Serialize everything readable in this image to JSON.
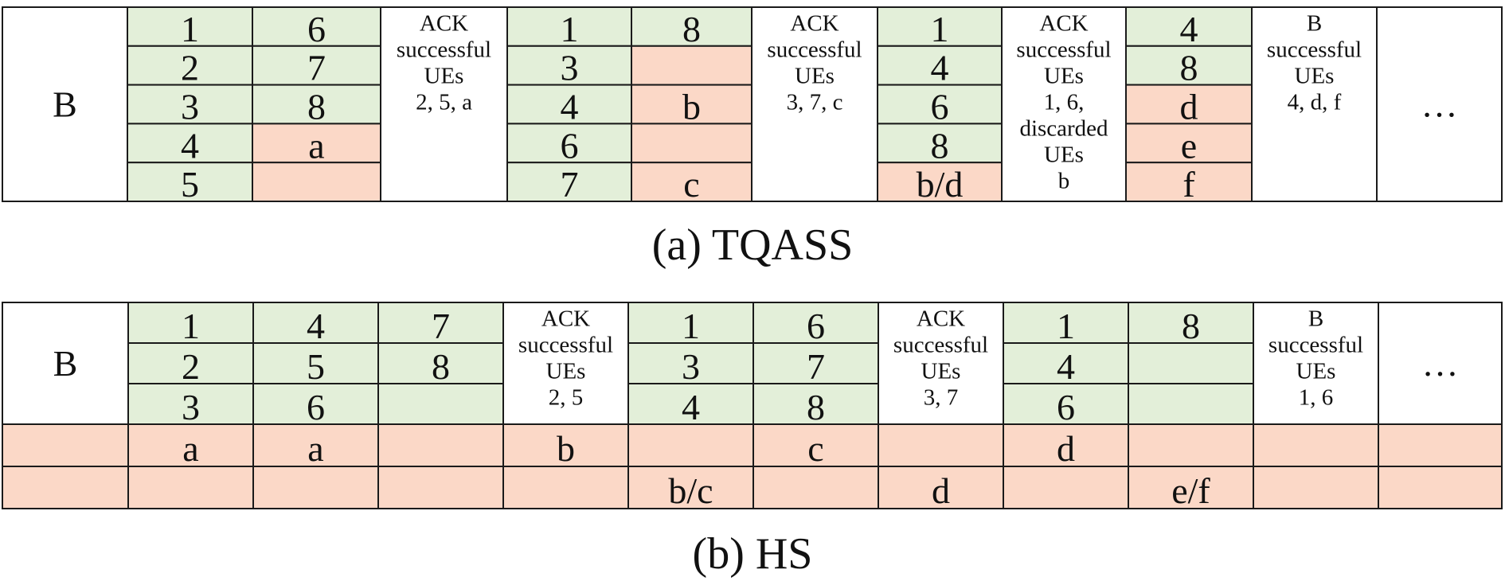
{
  "colors": {
    "green": "#e3efd9",
    "salmon": "#fbd8c7",
    "white": "#ffffff",
    "border": "#1a1a1a"
  },
  "diagram_a": {
    "caption": "(a) TQASS",
    "first_label": "B",
    "columns": [
      {
        "kind": "label",
        "text": "B"
      },
      {
        "kind": "cells",
        "cells": [
          [
            "1",
            "g"
          ],
          [
            "2",
            "g"
          ],
          [
            "3",
            "g"
          ],
          [
            "4",
            "g"
          ],
          [
            "5",
            "g"
          ]
        ]
      },
      {
        "kind": "cells",
        "cells": [
          [
            "6",
            "g"
          ],
          [
            "7",
            "g"
          ],
          [
            "8",
            "g"
          ],
          [
            "a",
            "s"
          ],
          [
            "",
            "s"
          ]
        ]
      },
      {
        "kind": "text",
        "lines": [
          "ACK",
          "successful",
          "UEs",
          "2, 5, a"
        ]
      },
      {
        "kind": "cells",
        "cells": [
          [
            "1",
            "g"
          ],
          [
            "3",
            "g"
          ],
          [
            "4",
            "g"
          ],
          [
            "6",
            "g"
          ],
          [
            "7",
            "g"
          ]
        ]
      },
      {
        "kind": "cells",
        "cells": [
          [
            "8",
            "g"
          ],
          [
            "",
            "s"
          ],
          [
            "b",
            "s"
          ],
          [
            "",
            "s"
          ],
          [
            "c",
            "s"
          ]
        ]
      },
      {
        "kind": "text",
        "lines": [
          "ACK",
          "successful",
          "UEs",
          "3, 7, c"
        ]
      },
      {
        "kind": "cells",
        "cells": [
          [
            "1",
            "g"
          ],
          [
            "4",
            "g"
          ],
          [
            "6",
            "g"
          ],
          [
            "8",
            "g"
          ],
          [
            "b/d",
            "s"
          ]
        ]
      },
      {
        "kind": "text",
        "lines": [
          "ACK",
          "successful",
          "UEs",
          "1, 6,",
          "discarded",
          "UEs",
          "b"
        ]
      },
      {
        "kind": "cells",
        "cells": [
          [
            "4",
            "g"
          ],
          [
            "8",
            "g"
          ],
          [
            "d",
            "s"
          ],
          [
            "e",
            "s"
          ],
          [
            "f",
            "s"
          ]
        ]
      },
      {
        "kind": "text",
        "lines": [
          "B",
          "successful",
          "UEs",
          "4, d, f"
        ]
      },
      {
        "kind": "label",
        "text": "…"
      }
    ]
  },
  "diagram_b": {
    "caption": "(b) HS",
    "top_columns": [
      {
        "kind": "label",
        "text": "B"
      },
      {
        "kind": "cells",
        "cells": [
          [
            "1",
            "g"
          ],
          [
            "2",
            "g"
          ],
          [
            "3",
            "g"
          ]
        ]
      },
      {
        "kind": "cells",
        "cells": [
          [
            "4",
            "g"
          ],
          [
            "5",
            "g"
          ],
          [
            "6",
            "g"
          ]
        ]
      },
      {
        "kind": "cells",
        "cells": [
          [
            "7",
            "g"
          ],
          [
            "8",
            "g"
          ],
          [
            "",
            "g"
          ]
        ]
      },
      {
        "kind": "text",
        "lines": [
          "ACK",
          "successful",
          "UEs",
          "2, 5"
        ]
      },
      {
        "kind": "cells",
        "cells": [
          [
            "1",
            "g"
          ],
          [
            "3",
            "g"
          ],
          [
            "4",
            "g"
          ]
        ]
      },
      {
        "kind": "cells",
        "cells": [
          [
            "6",
            "g"
          ],
          [
            "7",
            "g"
          ],
          [
            "8",
            "g"
          ]
        ]
      },
      {
        "kind": "text",
        "lines": [
          "ACK",
          "successful",
          "UEs",
          "3, 7"
        ]
      },
      {
        "kind": "cells",
        "cells": [
          [
            "1",
            "g"
          ],
          [
            "4",
            "g"
          ],
          [
            "6",
            "g"
          ]
        ]
      },
      {
        "kind": "cells",
        "cells": [
          [
            "8",
            "g"
          ],
          [
            "",
            "g"
          ],
          [
            "",
            "g"
          ]
        ]
      },
      {
        "kind": "text",
        "lines": [
          "B",
          "successful",
          "UEs",
          "1, 6"
        ]
      },
      {
        "kind": "label",
        "text": "…"
      }
    ],
    "bottom_rows": [
      [
        "",
        "a",
        "a",
        "",
        "b",
        "",
        "c",
        "",
        "d",
        "",
        "",
        ""
      ],
      [
        "",
        "",
        "",
        "",
        "",
        "b/c",
        "",
        "d",
        "",
        "e/f",
        "",
        ""
      ]
    ]
  }
}
